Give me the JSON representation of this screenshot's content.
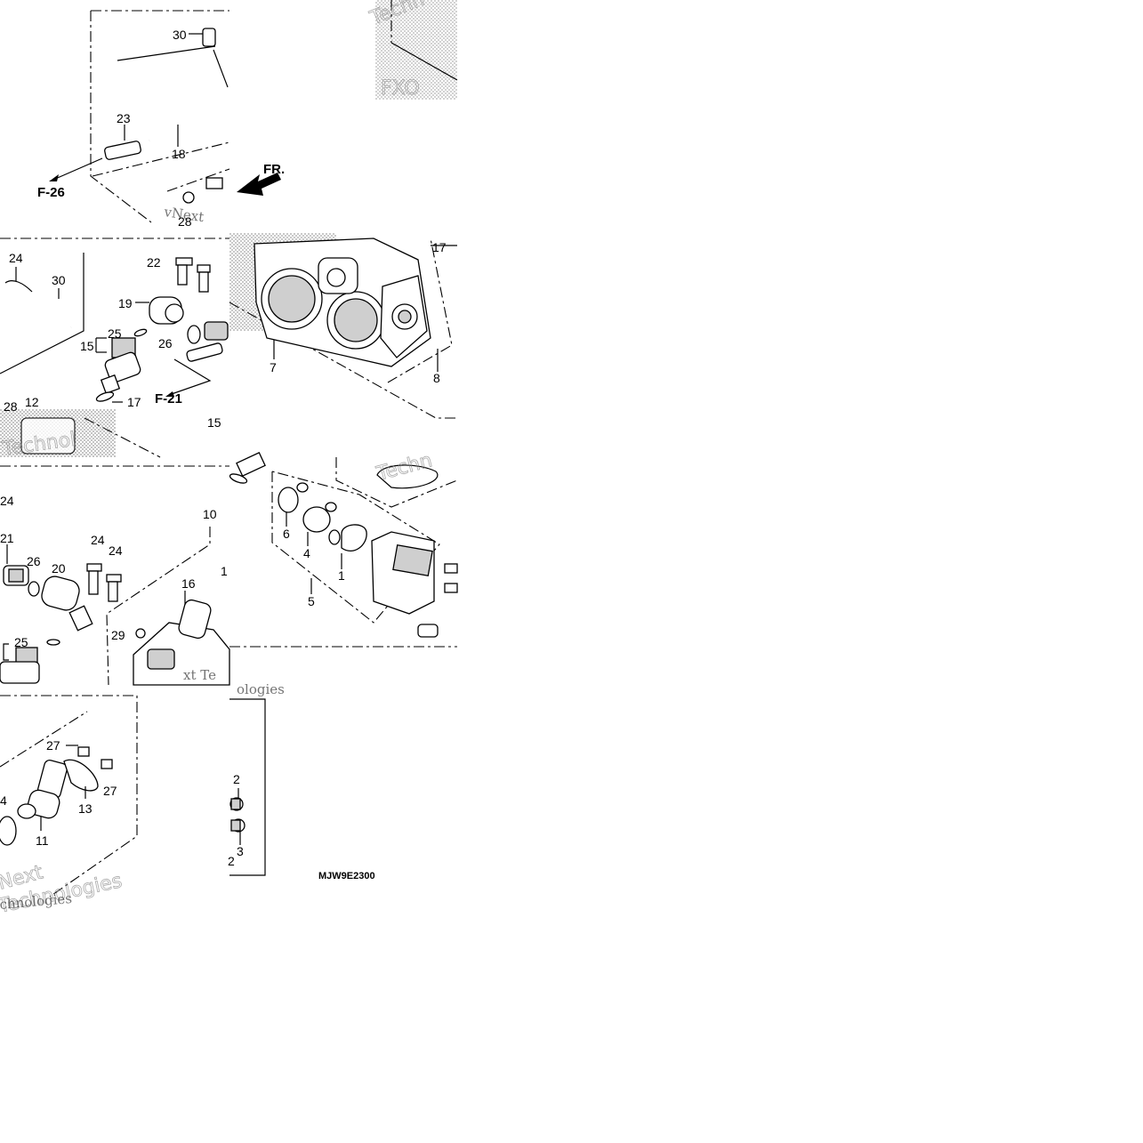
{
  "diagram": {
    "code": "MJW9E2300",
    "direction": "FR.",
    "refs": {
      "f26": "F-26",
      "f21": "F-21"
    },
    "watermarks": {
      "company_a": "vNext",
      "company_b": "Technologies",
      "frag_1": "Technol",
      "frag_2": "xt Te",
      "frag_3": "ologies",
      "frag_4": "Techn",
      "frag_5": "Next",
      "frag_6": "chnologies"
    },
    "callouts": [
      "30",
      "23",
      "18",
      "28",
      "24",
      "22",
      "30",
      "19",
      "25",
      "15",
      "26",
      "17",
      "28",
      "12",
      "15",
      "17",
      "7",
      "8",
      "24",
      "21",
      "26",
      "20",
      "24",
      "24",
      "10",
      "16",
      "29",
      "25",
      "1",
      "5",
      "6",
      "4",
      "1",
      "27",
      "4",
      "27",
      "13",
      "11",
      "2",
      "3",
      "2"
    ],
    "colors": {
      "ink": "#000000",
      "paper": "#ffffff",
      "shade": "#cfcfcf"
    }
  }
}
